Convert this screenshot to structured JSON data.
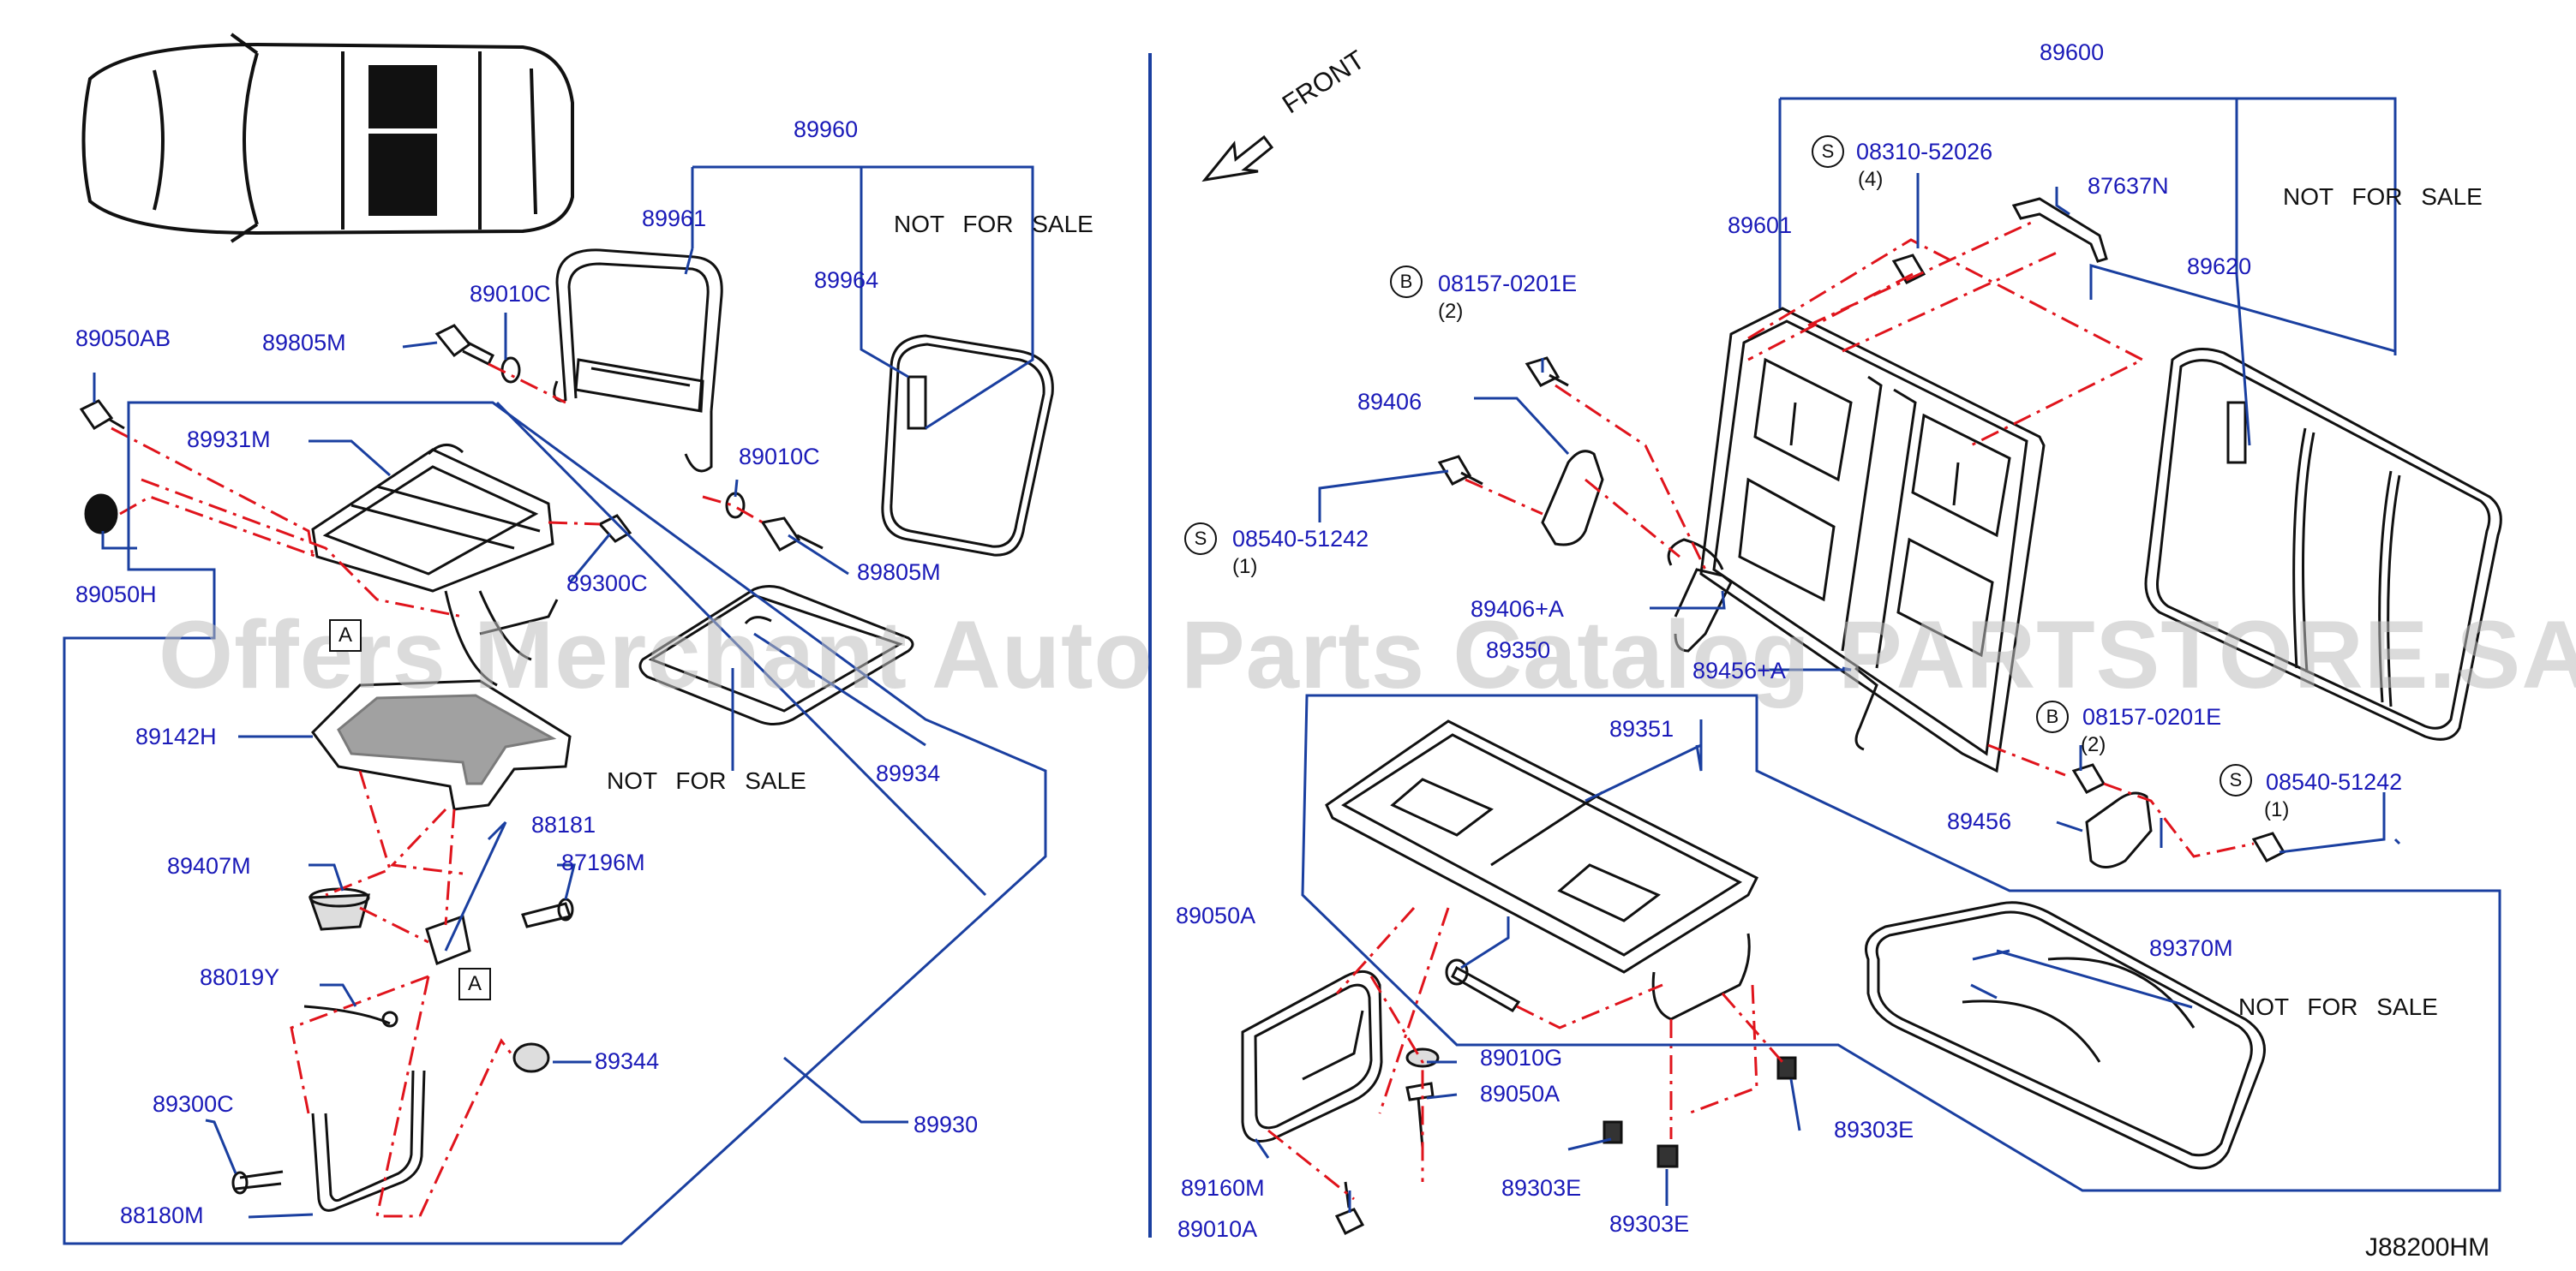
{
  "diagram_code": "J88200HM",
  "front_label": "FRONT",
  "watermark": "Offers Merchant Auto Parts Catalog PARTSTORE.SA",
  "not_for_sale": "NOT FOR SALE",
  "ref_marker": "A",
  "left": {
    "p89960": "89960",
    "p89961": "89961",
    "p89964": "89964",
    "p89010C_a": "89010C",
    "p89010C_b": "89010C",
    "p89805M_a": "89805M",
    "p89805M_b": "89805M",
    "p89050AB": "89050AB",
    "p89931M": "89931M",
    "p89050H": "89050H",
    "p89300C_a": "89300C",
    "p89300C_b": "89300C",
    "p89142H": "89142H",
    "p89934": "89934",
    "p88181": "88181",
    "p89407M": "89407M",
    "p87196M": "87196M",
    "p88019Y": "88019Y",
    "p89344": "89344",
    "p89930": "89930",
    "p88180M": "88180M"
  },
  "right": {
    "p89600": "89600",
    "p89601": "89601",
    "p89620": "89620",
    "p87637N": "87637N",
    "bolt_s_1": {
      "symbol": "S",
      "number": "08310-52026",
      "qty": "(4)"
    },
    "bolt_b_1": {
      "symbol": "B",
      "number": "08157-0201E",
      "qty": "(2)"
    },
    "bolt_s_2": {
      "symbol": "S",
      "number": "08540-51242",
      "qty": "(1)"
    },
    "bolt_b_2": {
      "symbol": "B",
      "number": "08157-0201E",
      "qty": "(2)"
    },
    "bolt_s_3": {
      "symbol": "S",
      "number": "08540-51242",
      "qty": "(1)"
    },
    "p89406": "89406",
    "p89406A": "89406+A",
    "p89350": "89350",
    "p89456A": "89456+A",
    "p89351": "89351",
    "p89456": "89456",
    "p89050A_a": "89050A",
    "p89050A_b": "89050A",
    "p89010G": "89010G",
    "p89370M": "89370M",
    "p89303E_a": "89303E",
    "p89303E_b": "89303E",
    "p89303E_c": "89303E",
    "p89160M": "89160M",
    "p89010A": "89010A"
  },
  "colors": {
    "callout": "#1a1ab8",
    "leader": "#1a3fa0",
    "dash": "#e0141c",
    "line": "#111111",
    "watermark": "#bebebe"
  }
}
